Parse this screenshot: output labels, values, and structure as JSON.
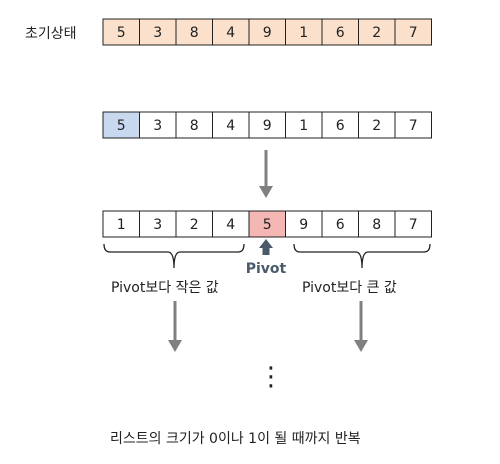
{
  "initial_label": "초기상태",
  "rows": {
    "initial": {
      "values": [
        "5",
        "3",
        "8",
        "4",
        "9",
        "1",
        "6",
        "2",
        "7"
      ]
    },
    "select": {
      "values": [
        "5",
        "3",
        "8",
        "4",
        "9",
        "1",
        "6",
        "2",
        "7"
      ]
    },
    "partitioned": {
      "left": [
        "1",
        "3",
        "2",
        "4"
      ],
      "pivot": "5",
      "right": [
        "9",
        "6",
        "8",
        "7"
      ]
    }
  },
  "pivot_label": "Pivot",
  "left_group_label": "Pivot보다 작은 값",
  "right_group_label": "Pivot보다 큰 값",
  "ellipsis": "⋮",
  "footer": "리스트의 크기가 0이나 1이 될 때까지 반복",
  "colors": {
    "initial_fill": "#fbe1cc",
    "selected_fill": "#c7d8ef",
    "pivot_fill": "#f4b7b3",
    "arrow": "#808080",
    "pivot_arrow": "#4a5a6a",
    "border": "#222222"
  }
}
